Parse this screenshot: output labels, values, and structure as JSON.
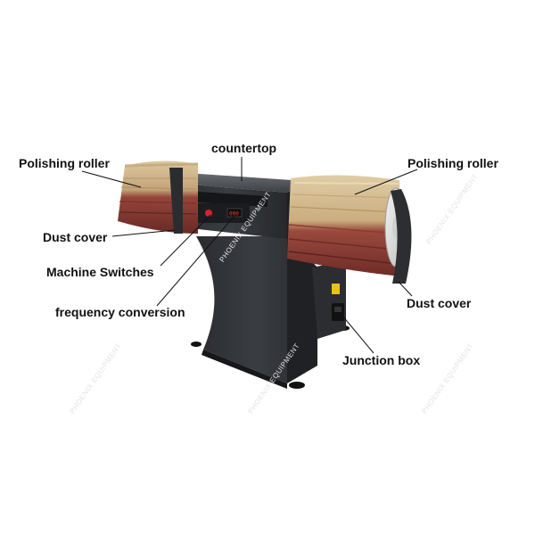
{
  "labels": {
    "countertop": "countertop",
    "polishing_roller_left": "Polishing roller",
    "polishing_roller_right": "Polishing roller",
    "dust_cover_left": "Dust cover",
    "dust_cover_right": "Dust cover",
    "machine_switches": "Machine Switches",
    "frequency_conversion": "frequency conversion",
    "junction_box": "Junction box"
  },
  "watermark": "PHOENIX EQUIPMENT",
  "colors": {
    "body": "#34373b",
    "body_dark": "#222427",
    "panel": "#4a4d51",
    "roller_light": "#d9c49a",
    "roller_dark": "#8a3b32",
    "roller_shadow": "#6e2b27",
    "label": "#111111",
    "leader": "#111111"
  }
}
